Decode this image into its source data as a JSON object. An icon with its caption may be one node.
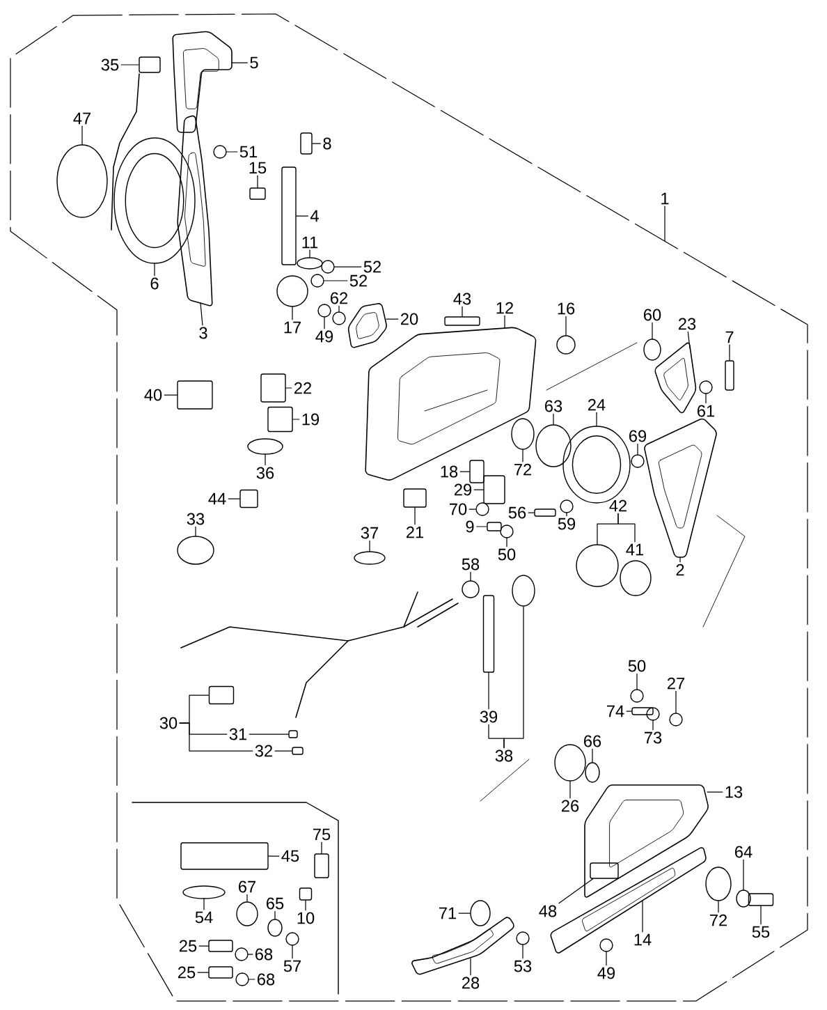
{
  "diagram": {
    "nodes": [
      {
        "text": [
          "1"
        ]
      },
      {
        "text": [
          "35"
        ]
      },
      {
        "text": [
          "5"
        ]
      },
      {
        "text": [
          "47"
        ]
      },
      {
        "text": [
          "51"
        ]
      },
      {
        "text": [
          "8"
        ]
      },
      {
        "text": [
          "15"
        ]
      },
      {
        "text": [
          "4"
        ]
      },
      {
        "text": [
          "11"
        ]
      },
      {
        "text": [
          "52"
        ]
      },
      {
        "text": [
          "52"
        ]
      },
      {
        "text": [
          "6"
        ]
      },
      {
        "text": [
          "62"
        ]
      },
      {
        "text": [
          "3"
        ]
      },
      {
        "text": [
          "17"
        ]
      },
      {
        "text": [
          "49"
        ]
      },
      {
        "text": [
          "20"
        ]
      },
      {
        "text": [
          "43"
        ]
      },
      {
        "text": [
          "12"
        ]
      },
      {
        "text": [
          "16"
        ]
      },
      {
        "text": [
          "60"
        ]
      },
      {
        "text": [
          "23"
        ]
      },
      {
        "text": [
          "7"
        ]
      },
      {
        "text": [
          "22"
        ]
      },
      {
        "text": [
          "40"
        ]
      },
      {
        "text": [
          "19"
        ]
      },
      {
        "text": [
          "61"
        ]
      },
      {
        "text": [
          "63"
        ]
      },
      {
        "text": [
          "24"
        ]
      },
      {
        "text": [
          "69"
        ]
      },
      {
        "text": [
          "72"
        ]
      },
      {
        "text": [
          "18"
        ]
      },
      {
        "text": [
          "36"
        ]
      },
      {
        "text": [
          "29"
        ]
      },
      {
        "text": [
          "44"
        ]
      },
      {
        "text": [
          "70"
        ]
      },
      {
        "text": [
          "56"
        ]
      },
      {
        "text": [
          "21"
        ]
      },
      {
        "text": [
          "42"
        ]
      },
      {
        "text": [
          "59"
        ]
      },
      {
        "text": [
          "9"
        ]
      },
      {
        "text": [
          "33"
        ]
      },
      {
        "text": [
          "37"
        ]
      },
      {
        "text": [
          "50"
        ]
      },
      {
        "text": [
          "2"
        ]
      },
      {
        "text": [
          "41"
        ]
      },
      {
        "text": [
          "58"
        ]
      },
      {
        "text": [
          "50"
        ]
      },
      {
        "text": [
          "27"
        ]
      },
      {
        "text": [
          "74"
        ]
      },
      {
        "text": [
          "30"
        ]
      },
      {
        "text": [
          "31"
        ]
      },
      {
        "text": [
          "73"
        ]
      },
      {
        "text": [
          "39"
        ]
      },
      {
        "text": [
          "32"
        ]
      },
      {
        "text": [
          "66"
        ]
      },
      {
        "text": [
          "38"
        ]
      },
      {
        "text": [
          "13"
        ]
      },
      {
        "text": [
          "26"
        ]
      },
      {
        "text": [
          "75"
        ]
      },
      {
        "text": [
          "45"
        ]
      },
      {
        "text": [
          "64"
        ]
      },
      {
        "text": [
          "67"
        ]
      },
      {
        "text": [
          "65"
        ]
      },
      {
        "text": [
          "54"
        ]
      },
      {
        "text": [
          "71"
        ]
      },
      {
        "text": [
          "10"
        ]
      },
      {
        "text": [
          "48"
        ]
      },
      {
        "text": [
          "72"
        ]
      },
      {
        "text": [
          "55"
        ]
      },
      {
        "text": [
          "14"
        ]
      },
      {
        "text": [
          "25"
        ]
      },
      {
        "text": [
          "68"
        ]
      },
      {
        "text": [
          "57"
        ]
      },
      {
        "text": [
          "53"
        ]
      },
      {
        "text": [
          "25"
        ]
      },
      {
        "text": [
          "49"
        ]
      },
      {
        "text": [
          "68"
        ]
      },
      {
        "text": [
          "28"
        ]
      },
      {
        "text": [],
        "shape": "box"
      },
      {
        "text": [],
        "shape": "picture"
      },
      {
        "text": [],
        "shape": "circle"
      },
      {
        "text": [],
        "shape": "circle"
      },
      {
        "text": [],
        "shape": "box"
      },
      {
        "text": [],
        "shape": "box"
      },
      {
        "text": [],
        "shape": "box"
      },
      {
        "text": [],
        "shape": "circle"
      },
      {
        "text": [],
        "shape": "circle"
      },
      {
        "text": [],
        "shape": "circle"
      },
      {
        "text": [],
        "shape": "circle"
      },
      {
        "text": [],
        "shape": "circle"
      },
      {
        "text": [],
        "shape": "picture"
      },
      {
        "text": [],
        "shape": "circle"
      },
      {
        "text": [],
        "shape": "circle"
      },
      {
        "text": [],
        "shape": "picture"
      },
      {
        "text": [],
        "shape": "box"
      },
      {
        "text": [],
        "shape": "picture"
      },
      {
        "text": [],
        "shape": "circle"
      },
      {
        "text": [],
        "shape": "circle"
      },
      {
        "text": [],
        "shape": "picture"
      },
      {
        "text": [],
        "shape": "box"
      },
      {
        "text": [],
        "shape": "box"
      },
      {
        "text": [],
        "shape": "box"
      },
      {
        "text": [],
        "shape": "box"
      },
      {
        "text": [],
        "shape": "circle"
      },
      {
        "text": [],
        "shape": "circle"
      },
      {
        "text": [],
        "shape": "circle"
      },
      {
        "text": [],
        "shape": "circle"
      },
      {
        "text": [],
        "shape": "circle"
      },
      {
        "text": [],
        "shape": "box"
      },
      {
        "text": [],
        "shape": "circle"
      },
      {
        "text": [],
        "shape": "box"
      },
      {
        "text": [],
        "shape": "box"
      },
      {
        "text": [],
        "shape": "circle"
      },
      {
        "text": [],
        "shape": "box"
      },
      {
        "text": [],
        "shape": "box"
      },
      {
        "text": [],
        "shape": "circle"
      },
      {
        "text": [],
        "shape": "circle"
      },
      {
        "text": [],
        "shape": "box"
      },
      {
        "text": [],
        "shape": "circle"
      },
      {
        "text": [],
        "shape": "circle"
      },
      {
        "text": [],
        "shape": "circle"
      },
      {
        "text": [],
        "shape": "picture"
      },
      {
        "text": [],
        "shape": "circle"
      },
      {
        "text": [],
        "shape": "circle"
      },
      {
        "text": [],
        "shape": "circle"
      },
      {
        "text": [],
        "shape": "box"
      },
      {
        "text": [],
        "shape": "box"
      },
      {
        "text": [],
        "shape": "box"
      },
      {
        "text": [],
        "shape": "circle"
      },
      {
        "text": [],
        "shape": "box"
      },
      {
        "text": [],
        "shape": "box"
      },
      {
        "text": [],
        "shape": "circle"
      },
      {
        "text": [],
        "shape": "circle"
      },
      {
        "text": [],
        "shape": "picture"
      },
      {
        "text": [],
        "shape": "circle"
      },
      {
        "text": [],
        "shape": "box"
      },
      {
        "text": [],
        "shape": "box"
      },
      {
        "text": [],
        "shape": "circle"
      },
      {
        "text": [],
        "shape": "circle"
      },
      {
        "text": [],
        "shape": "circle"
      },
      {
        "text": [],
        "shape": "circle"
      },
      {
        "text": [],
        "shape": "circle"
      },
      {
        "text": [],
        "shape": "box"
      },
      {
        "text": [],
        "shape": "box",
        "in": 134
      },
      {
        "text": [],
        "shape": "circle"
      },
      {
        "text": [],
        "shape": "box"
      },
      {
        "text": [],
        "shape": "picture"
      },
      {
        "text": [],
        "shape": "box"
      },
      {
        "text": [],
        "shape": "circle"
      },
      {
        "text": [],
        "shape": "circle"
      },
      {
        "text": [],
        "shape": "circle"
      },
      {
        "text": [],
        "shape": "box"
      },
      {
        "text": [],
        "shape": "circle"
      },
      {
        "text": [],
        "shape": "circle"
      },
      {
        "text": [],
        "shape": "picture"
      }
    ],
    "edges": [
      {
        "from": 0,
        "to": null,
        "arrow": "none"
      },
      {
        "from": 1,
        "to": 79,
        "arrow": "none"
      },
      {
        "from": 2,
        "to": 80,
        "arrow": "none"
      },
      {
        "from": 3,
        "to": 81,
        "arrow": "none"
      },
      {
        "from": 4,
        "to": 82,
        "arrow": "none"
      },
      {
        "from": 5,
        "to": 83,
        "arrow": "none"
      },
      {
        "from": 6,
        "to": 84,
        "arrow": "none"
      },
      {
        "from": 7,
        "to": 85,
        "arrow": "none"
      },
      {
        "from": 8,
        "to": 86,
        "arrow": "none"
      },
      {
        "from": 9,
        "to": 87,
        "arrow": "none"
      },
      {
        "from": 10,
        "to": 88,
        "arrow": "none"
      },
      {
        "from": 11,
        "to": 89,
        "arrow": "none"
      },
      {
        "from": 12,
        "to": 90,
        "arrow": "none"
      },
      {
        "from": 13,
        "to": 91,
        "arrow": "none"
      },
      {
        "from": 14,
        "to": 92,
        "arrow": "none"
      },
      {
        "from": 15,
        "to": 93,
        "arrow": "none"
      },
      {
        "from": 16,
        "to": 94,
        "arrow": "none"
      },
      {
        "from": 17,
        "to": 95,
        "arrow": "none"
      },
      {
        "from": 18,
        "to": 96,
        "arrow": "none"
      },
      {
        "from": 19,
        "to": 97,
        "arrow": "none"
      },
      {
        "from": 20,
        "to": 98,
        "arrow": "none"
      },
      {
        "from": 21,
        "to": 99,
        "arrow": "none"
      },
      {
        "from": 22,
        "to": 100,
        "arrow": "none"
      },
      {
        "from": 23,
        "to": 101,
        "arrow": "none"
      },
      {
        "from": 24,
        "to": 102,
        "arrow": "none"
      },
      {
        "from": 25,
        "to": 103,
        "arrow": "none"
      },
      {
        "from": 26,
        "to": 104,
        "arrow": "none"
      },
      {
        "from": 27,
        "to": 105,
        "arrow": "none"
      },
      {
        "from": 28,
        "to": 106,
        "arrow": "none"
      },
      {
        "from": 29,
        "to": 107,
        "arrow": "none"
      },
      {
        "from": 30,
        "to": 108,
        "arrow": "none"
      },
      {
        "from": 31,
        "to": 109,
        "arrow": "none"
      },
      {
        "from": 32,
        "to": 110,
        "arrow": "none"
      },
      {
        "from": 33,
        "to": 111,
        "arrow": "none"
      },
      {
        "from": 34,
        "to": 112,
        "arrow": "none"
      },
      {
        "from": 35,
        "to": 113,
        "arrow": "none"
      },
      {
        "from": 36,
        "to": 114,
        "arrow": "none"
      },
      {
        "from": 37,
        "to": 115,
        "arrow": "none"
      },
      {
        "from": 38,
        "to": 116,
        "arrow": "none"
      },
      {
        "from": 39,
        "to": 117,
        "arrow": "none"
      },
      {
        "from": 40,
        "to": 118,
        "arrow": "none"
      },
      {
        "from": 41,
        "to": 119,
        "arrow": "none"
      },
      {
        "from": 42,
        "to": 120,
        "arrow": "none"
      },
      {
        "from": 43,
        "to": 121,
        "arrow": "none"
      },
      {
        "from": 44,
        "to": 122,
        "arrow": "none"
      },
      {
        "from": 46,
        "to": 123,
        "arrow": "none"
      },
      {
        "from": 47,
        "to": 124,
        "arrow": "none"
      },
      {
        "from": 48,
        "to": 125,
        "arrow": "none"
      },
      {
        "from": 49,
        "to": 126,
        "arrow": "none"
      },
      {
        "from": 50,
        "to": 127,
        "arrow": "none"
      },
      {
        "from": 51,
        "to": 128,
        "arrow": "none"
      },
      {
        "from": 52,
        "to": 129,
        "arrow": "none"
      },
      {
        "from": 53,
        "to": 130,
        "arrow": "none"
      },
      {
        "from": 54,
        "to": 131,
        "arrow": "none"
      },
      {
        "from": 55,
        "to": 132,
        "arrow": "none"
      },
      {
        "from": 56,
        "to": 133,
        "arrow": "none"
      },
      {
        "from": 57,
        "to": 134,
        "arrow": "none"
      },
      {
        "from": 58,
        "to": 135,
        "arrow": "none"
      },
      {
        "from": 59,
        "to": 136,
        "arrow": "none"
      },
      {
        "from": 60,
        "to": 137,
        "arrow": "none"
      },
      {
        "from": 61,
        "to": 138,
        "arrow": "none"
      },
      {
        "from": 62,
        "to": 139,
        "arrow": "none"
      },
      {
        "from": 63,
        "to": 140,
        "arrow": "none"
      },
      {
        "from": 64,
        "to": 141,
        "arrow": "none"
      },
      {
        "from": 65,
        "to": 142,
        "arrow": "none"
      },
      {
        "from": 66,
        "to": 143,
        "arrow": "none"
      },
      {
        "from": 67,
        "to": 144,
        "arrow": "none"
      },
      {
        "from": 68,
        "to": 145,
        "arrow": "none"
      },
      {
        "from": 69,
        "to": 146,
        "arrow": "none"
      },
      {
        "from": 70,
        "to": 147,
        "arrow": "none"
      },
      {
        "from": 71,
        "to": 148,
        "arrow": "none"
      },
      {
        "from": 72,
        "to": 149,
        "arrow": "none"
      },
      {
        "from": 73,
        "to": 150,
        "arrow": "none"
      },
      {
        "from": 74,
        "to": 151,
        "arrow": "none"
      },
      {
        "from": 75,
        "to": 152,
        "arrow": "none"
      },
      {
        "from": 76,
        "to": 153,
        "arrow": "none"
      },
      {
        "from": 77,
        "to": 154,
        "arrow": "none"
      },
      {
        "from": 78,
        "to": 155,
        "arrow": "none"
      },
      {
        "from": 38,
        "to": 45,
        "arrow": "none"
      },
      {
        "from": 50,
        "to": 51,
        "arrow": "none"
      },
      {
        "from": 50,
        "to": 54,
        "arrow": "none"
      },
      {
        "from": 56,
        "to": 53,
        "arrow": "none"
      }
    ]
  }
}
